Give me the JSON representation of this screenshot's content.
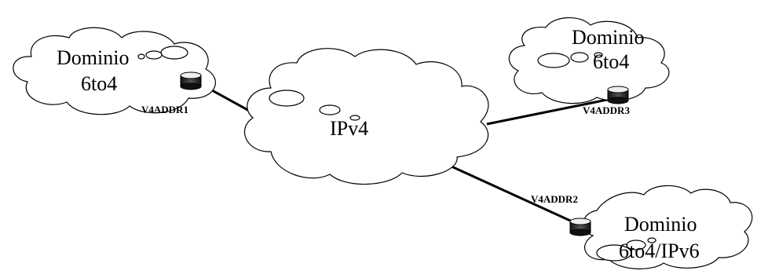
{
  "diagram": {
    "clouds": {
      "left": {
        "line1": "Dominio",
        "line2": "6to4"
      },
      "center": {
        "line1": "IPv4"
      },
      "top_right": {
        "line1": "Dominio",
        "line2": "6to4"
      },
      "bottom_right": {
        "line1": "Dominio",
        "line2": "6to4/IPv6"
      }
    },
    "routers": {
      "r1": {
        "label": "V4ADDR1"
      },
      "r2": {
        "label": "V4ADDR2"
      },
      "r3": {
        "label": "V4ADDR3"
      }
    }
  },
  "colors": {
    "stroke": "#000000",
    "fill": "#ffffff",
    "router_body": "#222222"
  }
}
